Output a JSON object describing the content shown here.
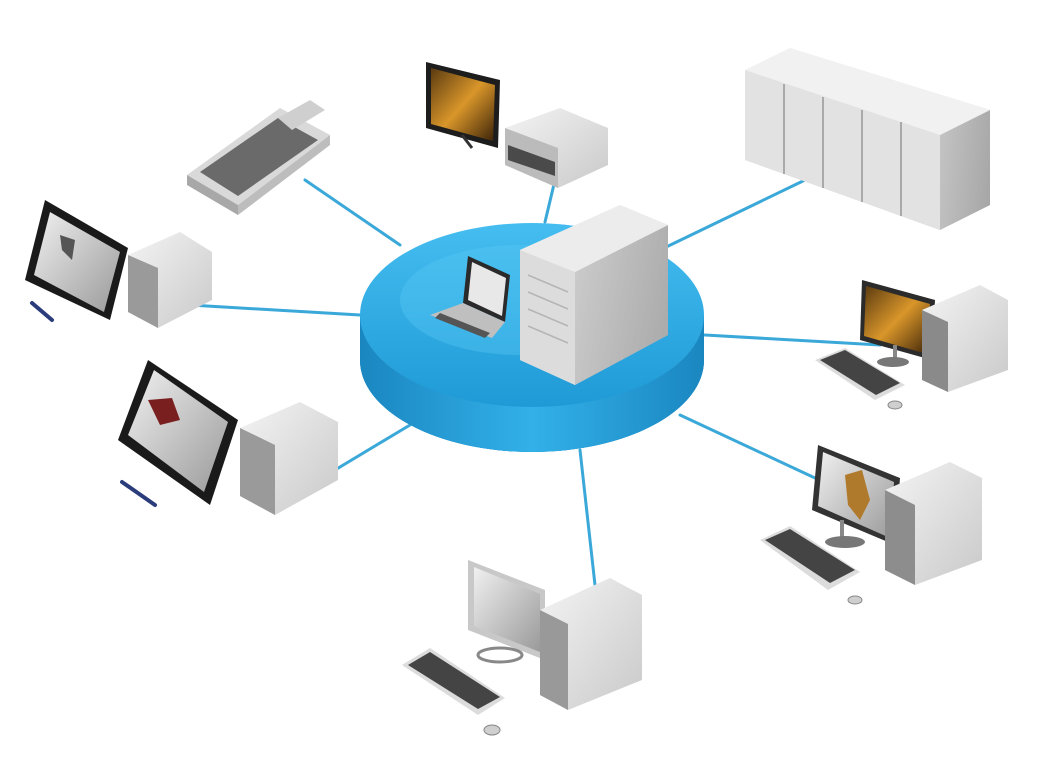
{
  "diagram": {
    "type": "star-network-topology",
    "hub": {
      "icon": "central-server-hub-icon",
      "color": "#29a9e0",
      "color_dark": "#1b8cc4",
      "devices": [
        "server-tower-icon",
        "laptop-icon"
      ]
    },
    "link_color": "#3aa8d8",
    "nodes": [
      {
        "id": "scanner",
        "icon": "flatbed-scanner-icon"
      },
      {
        "id": "media-player",
        "icon": "tv-with-media-player-icon"
      },
      {
        "id": "server-rack",
        "icon": "server-rack-icon"
      },
      {
        "id": "workstation-right-top",
        "icon": "desktop-computer-icon"
      },
      {
        "id": "workstation-right-bottom",
        "icon": "desktop-computer-icon"
      },
      {
        "id": "workstation-bottom",
        "icon": "desktop-computer-icon"
      },
      {
        "id": "tablet-bottom-left",
        "icon": "graphics-tablet-computer-icon"
      },
      {
        "id": "tablet-top-left",
        "icon": "graphics-tablet-computer-icon"
      }
    ]
  }
}
